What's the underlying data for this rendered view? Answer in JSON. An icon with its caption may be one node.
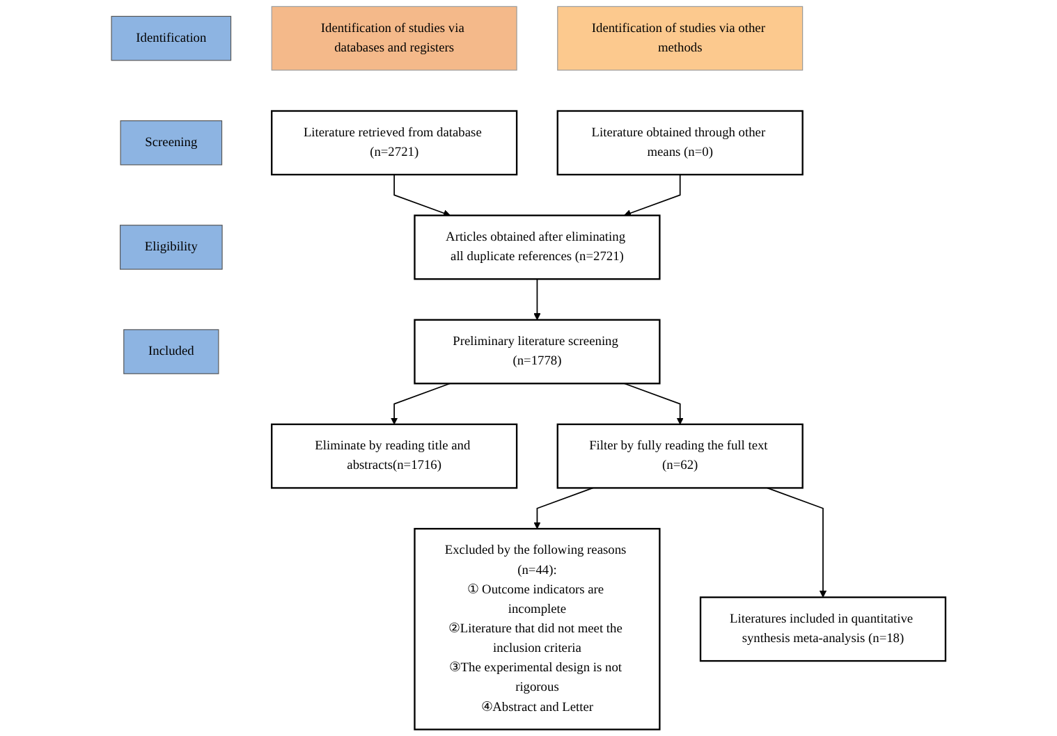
{
  "diagram": {
    "nodes": [
      {
        "text": [
          "Identification of studies via databases and registers"
        ]
      },
      {
        "text": [
          "Identification of studies via other methods"
        ]
      },
      {
        "text": [
          "Identification"
        ]
      },
      {
        "text": [
          "Screening"
        ]
      },
      {
        "text": [
          "Eligibility"
        ]
      },
      {
        "text": [
          "Included"
        ]
      },
      {
        "text": [
          "Literature retrieved from database (n=2721)"
        ]
      },
      {
        "text": [
          "Literature obtained through other means (n=0)"
        ]
      },
      {
        "text": [
          "Articles obtained after eliminating all duplicate references (n=2721)"
        ]
      },
      {
        "text": [
          "Preliminary literature screening (n=1778)"
        ]
      },
      {
        "text": [
          "Eliminate by reading title and abstracts(n=1716)"
        ]
      },
      {
        "text": [
          "Filter by fully reading the full text (n=62)"
        ]
      },
      {
        "text": [
          "Excluded by the following reasons (n=44):",
          "① Outcome indicators are incomplete",
          "②Literature that did not meet the inclusion criteria",
          "③The experimental design is not rigorous",
          "④Abstract and Letter"
        ]
      },
      {
        "text": [
          "Literatures included in quantitative synthesis meta-analysis (n=18)"
        ]
      }
    ],
    "edges": [
      {
        "from": 6,
        "to": 8,
        "arrow": "to"
      },
      {
        "from": 7,
        "to": 8,
        "arrow": "to"
      },
      {
        "from": 8,
        "to": 9,
        "arrow": "to"
      },
      {
        "from": 9,
        "to": 10,
        "arrow": "to"
      },
      {
        "from": 9,
        "to": 11,
        "arrow": "to"
      },
      {
        "from": 11,
        "to": 12,
        "arrow": "to"
      },
      {
        "from": 11,
        "to": 13,
        "arrow": "to"
      }
    ]
  }
}
